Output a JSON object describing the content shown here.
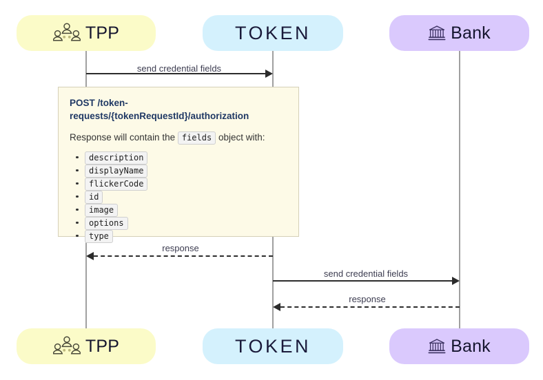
{
  "diagram": {
    "type": "sequence-diagram",
    "title": "",
    "colors": {
      "tpp_fill": "#fbfbc8",
      "token_fill": "#d4f1fd",
      "bank_fill": "#dac9fd",
      "note_fill": "#fdfae7",
      "note_border": "#d5d0b8",
      "lifeline": "#a0a0a0",
      "arrow": "#2b2b2b",
      "note_title_text": "#1f3864",
      "label_text": "#3c3c50"
    },
    "participants": [
      {
        "id": "tpp",
        "label": "TPP",
        "icon": "people-group-icon",
        "fill": "#fbfbc8"
      },
      {
        "id": "token",
        "label": "TOKEN",
        "icon": "token-logo",
        "fill": "#d4f1fd"
      },
      {
        "id": "bank",
        "label": "Bank",
        "icon": "bank-building-icon",
        "fill": "#dac9fd"
      }
    ],
    "messages": [
      {
        "id": "m1",
        "from": "tpp",
        "to": "bank",
        "label": "send credential fields",
        "style": "solid"
      },
      {
        "id": "m2",
        "from": "token",
        "to": "tpp",
        "label": "response",
        "style": "dashed"
      },
      {
        "id": "m3",
        "from": "token",
        "to": "bank",
        "label": "send credential fields",
        "style": "solid"
      },
      {
        "id": "m4",
        "from": "bank",
        "to": "token",
        "label": "response",
        "style": "dashed"
      }
    ],
    "note": {
      "title_bold": "POST",
      "title_path": " /token-requests/{tokenRequestId}/authorization",
      "body_prefix": "Response will contain the",
      "body_code": "fields",
      "body_suffix": "object with:",
      "fields": [
        "description",
        "displayName",
        "flickerCode",
        "id",
        "image",
        "options",
        "type"
      ]
    }
  }
}
